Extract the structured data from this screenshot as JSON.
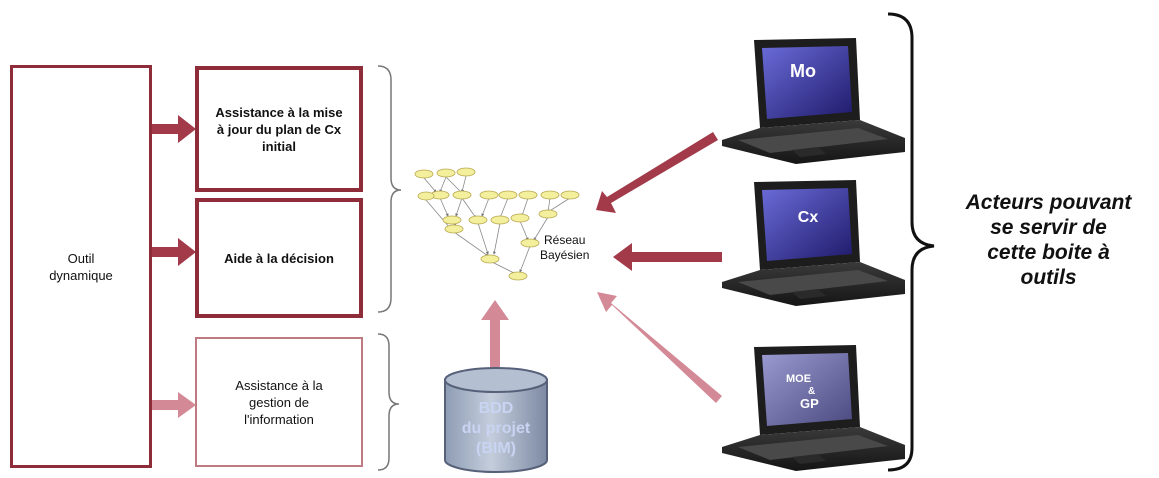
{
  "tool": {
    "label_line1": "Outil",
    "label_line2": "dynamique"
  },
  "modules": [
    {
      "line1": "Assistance à la mise",
      "line2": "à jour du plan de Cx",
      "line3": "initial"
    },
    {
      "line1": "Aide à la décision"
    },
    {
      "line1": "Assistance à la",
      "line2": "gestion de",
      "line3": "l'information"
    }
  ],
  "bayesian_network": {
    "label_line1": "Réseau",
    "label_line2": "Bayésien"
  },
  "database": {
    "line1": "BDD",
    "line2": "du projet",
    "line3": "(BIM)"
  },
  "laptops": [
    {
      "label": "Mo"
    },
    {
      "label": "Cx"
    },
    {
      "label_top": "MOE",
      "label_amp": "&",
      "label_bottom": "GP"
    }
  ],
  "actors_caption": {
    "line1": "Acteurs pouvant",
    "line2": "se servir de",
    "line3": "cette boite à",
    "line4": "outils"
  },
  "colors": {
    "dark_arrow": "#a23a4a",
    "light_arrow": "#d9909c",
    "box_border": "#8e2c3a",
    "node_fill": "#f3ef9c"
  }
}
